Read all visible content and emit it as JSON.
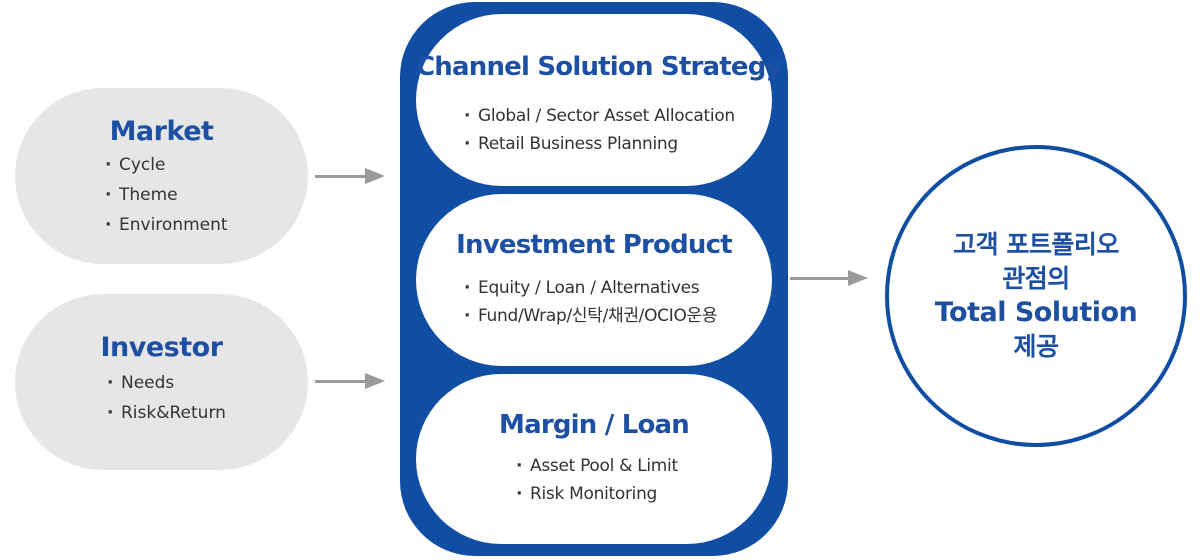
{
  "inputs": [
    {
      "title": "Market",
      "items": [
        "Cycle",
        "Theme",
        "Environment"
      ]
    },
    {
      "title": "Investor",
      "items": [
        "Needs",
        "Risk&Return"
      ]
    }
  ],
  "stages": [
    {
      "title": "Channel Solution Strategy",
      "items": [
        "Global / Sector Asset Allocation",
        "Retail Business Planning"
      ]
    },
    {
      "title": "Investment Product",
      "items": [
        "Equity / Loan / Alternatives",
        "Fund/Wrap/신탁/채권/OCIO운용"
      ]
    },
    {
      "title": "Margin / Loan",
      "items": [
        "Asset Pool & Limit",
        "Risk Monitoring"
      ]
    }
  ],
  "result": {
    "lines": [
      "고객 포트폴리오",
      "관점의",
      "Total Solution",
      "제공"
    ]
  },
  "colors": {
    "primary": "#0f4ea3",
    "title_text": "#1d50a2",
    "pill_bg": "#e6e6e6",
    "arrow": "#9a9a9a",
    "body_text": "#333333"
  }
}
